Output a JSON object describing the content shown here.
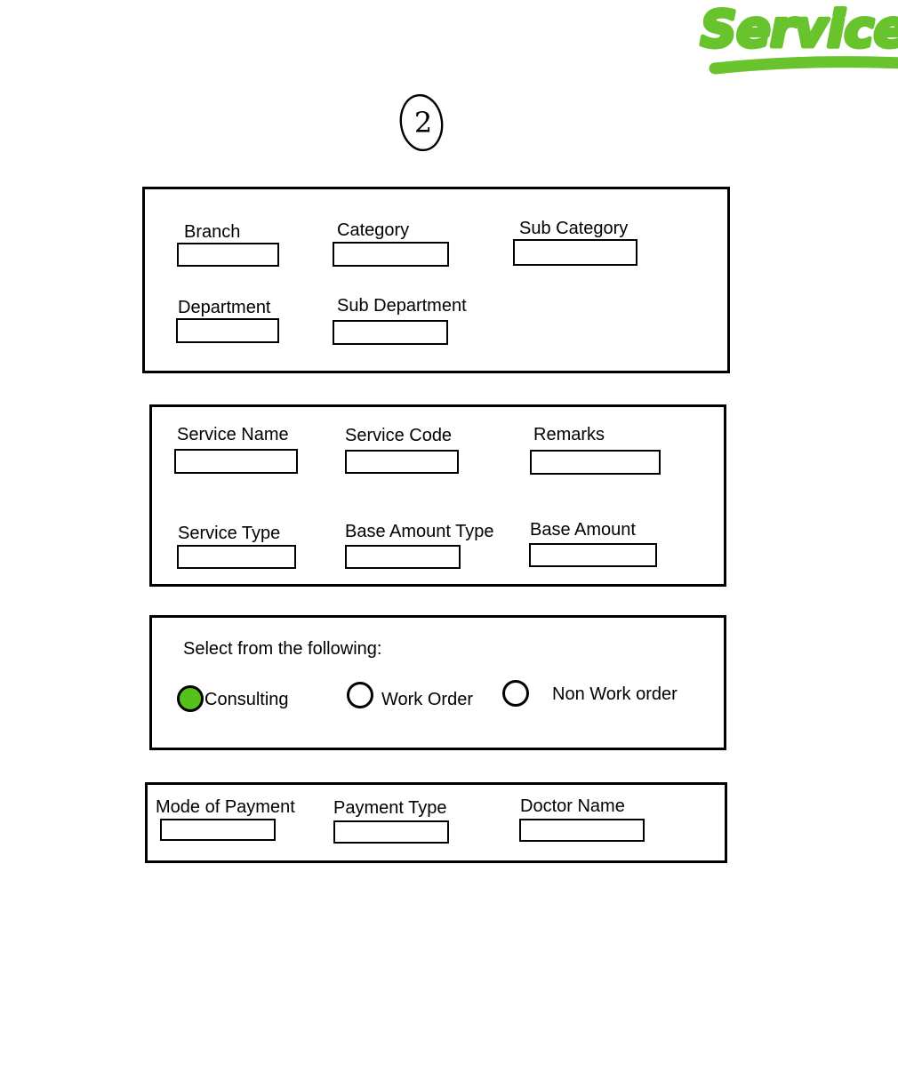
{
  "annotations": {
    "heading_handwritten": "Service",
    "page_number": "2"
  },
  "colors": {
    "marker_green": "#68C32C",
    "radio_selected_green": "#55C21A",
    "ink": "#000000"
  },
  "form": {
    "sections": [
      {
        "name": "classification",
        "fields": [
          {
            "label": "Branch"
          },
          {
            "label": "Category"
          },
          {
            "label": "Sub Category"
          },
          {
            "label": "Department"
          },
          {
            "label": "Sub Department"
          }
        ]
      },
      {
        "name": "service-details",
        "fields": [
          {
            "label": "Service Name"
          },
          {
            "label": "Service Code"
          },
          {
            "label": "Remarks"
          },
          {
            "label": "Service Type"
          },
          {
            "label": "Base Amount Type"
          },
          {
            "label": "Base Amount"
          }
        ]
      },
      {
        "name": "service-kind",
        "prompt": "Select from the following:",
        "options": [
          {
            "label": "Consulting",
            "selected": true
          },
          {
            "label": "Work Order",
            "selected": false
          },
          {
            "label": "Non Work order",
            "selected": false
          }
        ]
      },
      {
        "name": "payment",
        "fields": [
          {
            "label": "Mode of Payment"
          },
          {
            "label": "Payment Type"
          },
          {
            "label": "Doctor Name"
          }
        ]
      }
    ]
  }
}
